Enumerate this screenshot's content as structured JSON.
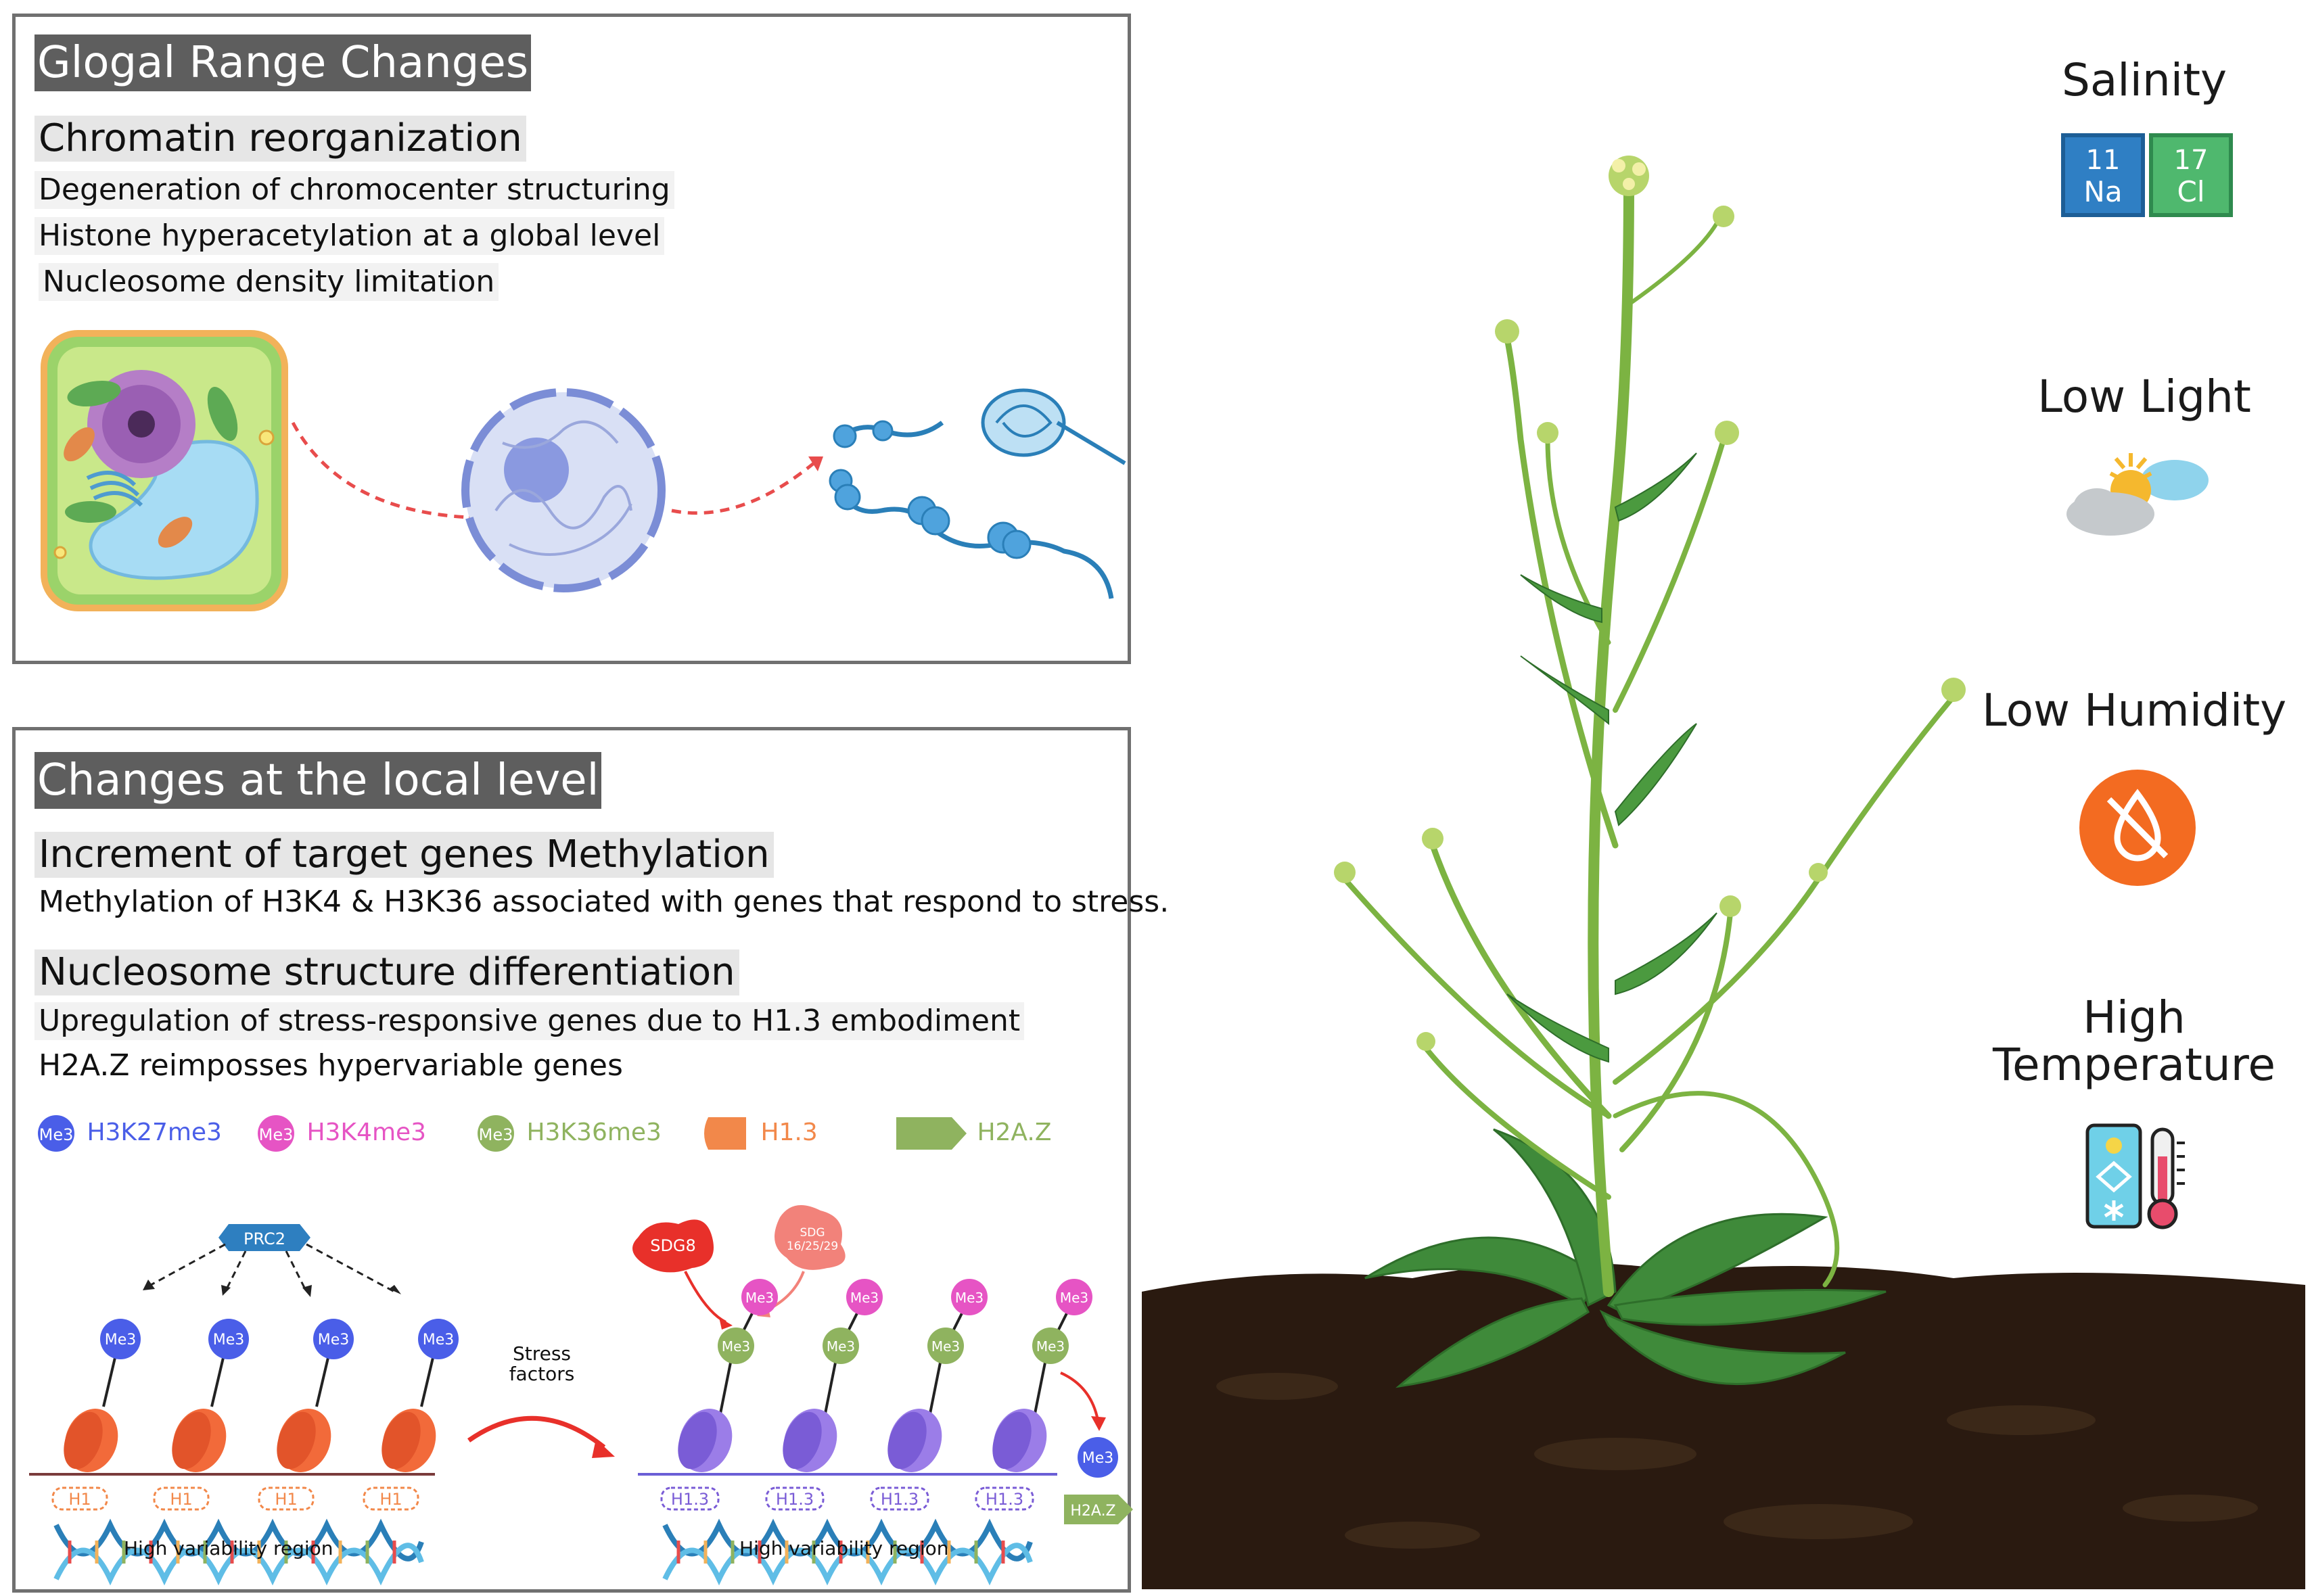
{
  "global": {
    "title": "Glogal Range Changes",
    "subtitle": "Chromatin reorganization",
    "lines": [
      "Degeneration of chromocenter structuring",
      "Histone hyperacetylation at a global level",
      "Nucleosome density limitation"
    ]
  },
  "local": {
    "title": "Changes at the local level",
    "section1": {
      "title": "Increment of target genes Methylation",
      "text": "Methylation of H3K4 & H3K36 associated with genes that respond to stress."
    },
    "section2": {
      "title": "Nucleosome structure differentiation",
      "lines": [
        "Upregulation of stress-responsive genes due to H1.3 embodiment",
        "H2A.Z reimposses hypervariable genes"
      ]
    },
    "legend": [
      {
        "badge": "Me3",
        "label": "H3K27me3",
        "color": "#4a5ee8"
      },
      {
        "badge": "Me3",
        "label": "H3K4me3",
        "color": "#e654c4"
      },
      {
        "badge": "Me3",
        "label": "H3K36me3",
        "color": "#8fb35f"
      },
      {
        "badge": "",
        "label": "H1.3",
        "color": "#f2884a"
      },
      {
        "badge": "",
        "label": "H2A.Z",
        "color": "#8fb35f"
      }
    ],
    "diagram": {
      "prc2": "PRC2",
      "me3": "Me3",
      "h1": "H1",
      "h13": "H1.3",
      "sdg8": "SDG8",
      "sdg_multi_1": "SDG",
      "sdg_multi_2": "16/25/29",
      "stress_1": "Stress",
      "stress_2": "factors",
      "region_label": "High variability region",
      "h2az": "H2A.Z"
    }
  },
  "stresses": {
    "salinity": "Salinity",
    "na_number": "11",
    "na_symbol": "Na",
    "cl_number": "17",
    "cl_symbol": "Cl",
    "low_light": "Low Light",
    "low_humidity": "Low Humidity",
    "high_temp_1": "High",
    "high_temp_2": "Temperature"
  },
  "colors": {
    "panel_border": "#707070",
    "header_bg": "#5e5e5e",
    "subheader_bg": "#e6e6e6",
    "h3k27": "#4a5ee8",
    "h3k4": "#e654c4",
    "h3k36": "#8fb35f",
    "h1": "#f26a3a",
    "h13": "#9b7de8",
    "na_tile": "#2f7fc4",
    "cl_tile": "#4fb86e",
    "humidity_icon": "#f36b21"
  }
}
